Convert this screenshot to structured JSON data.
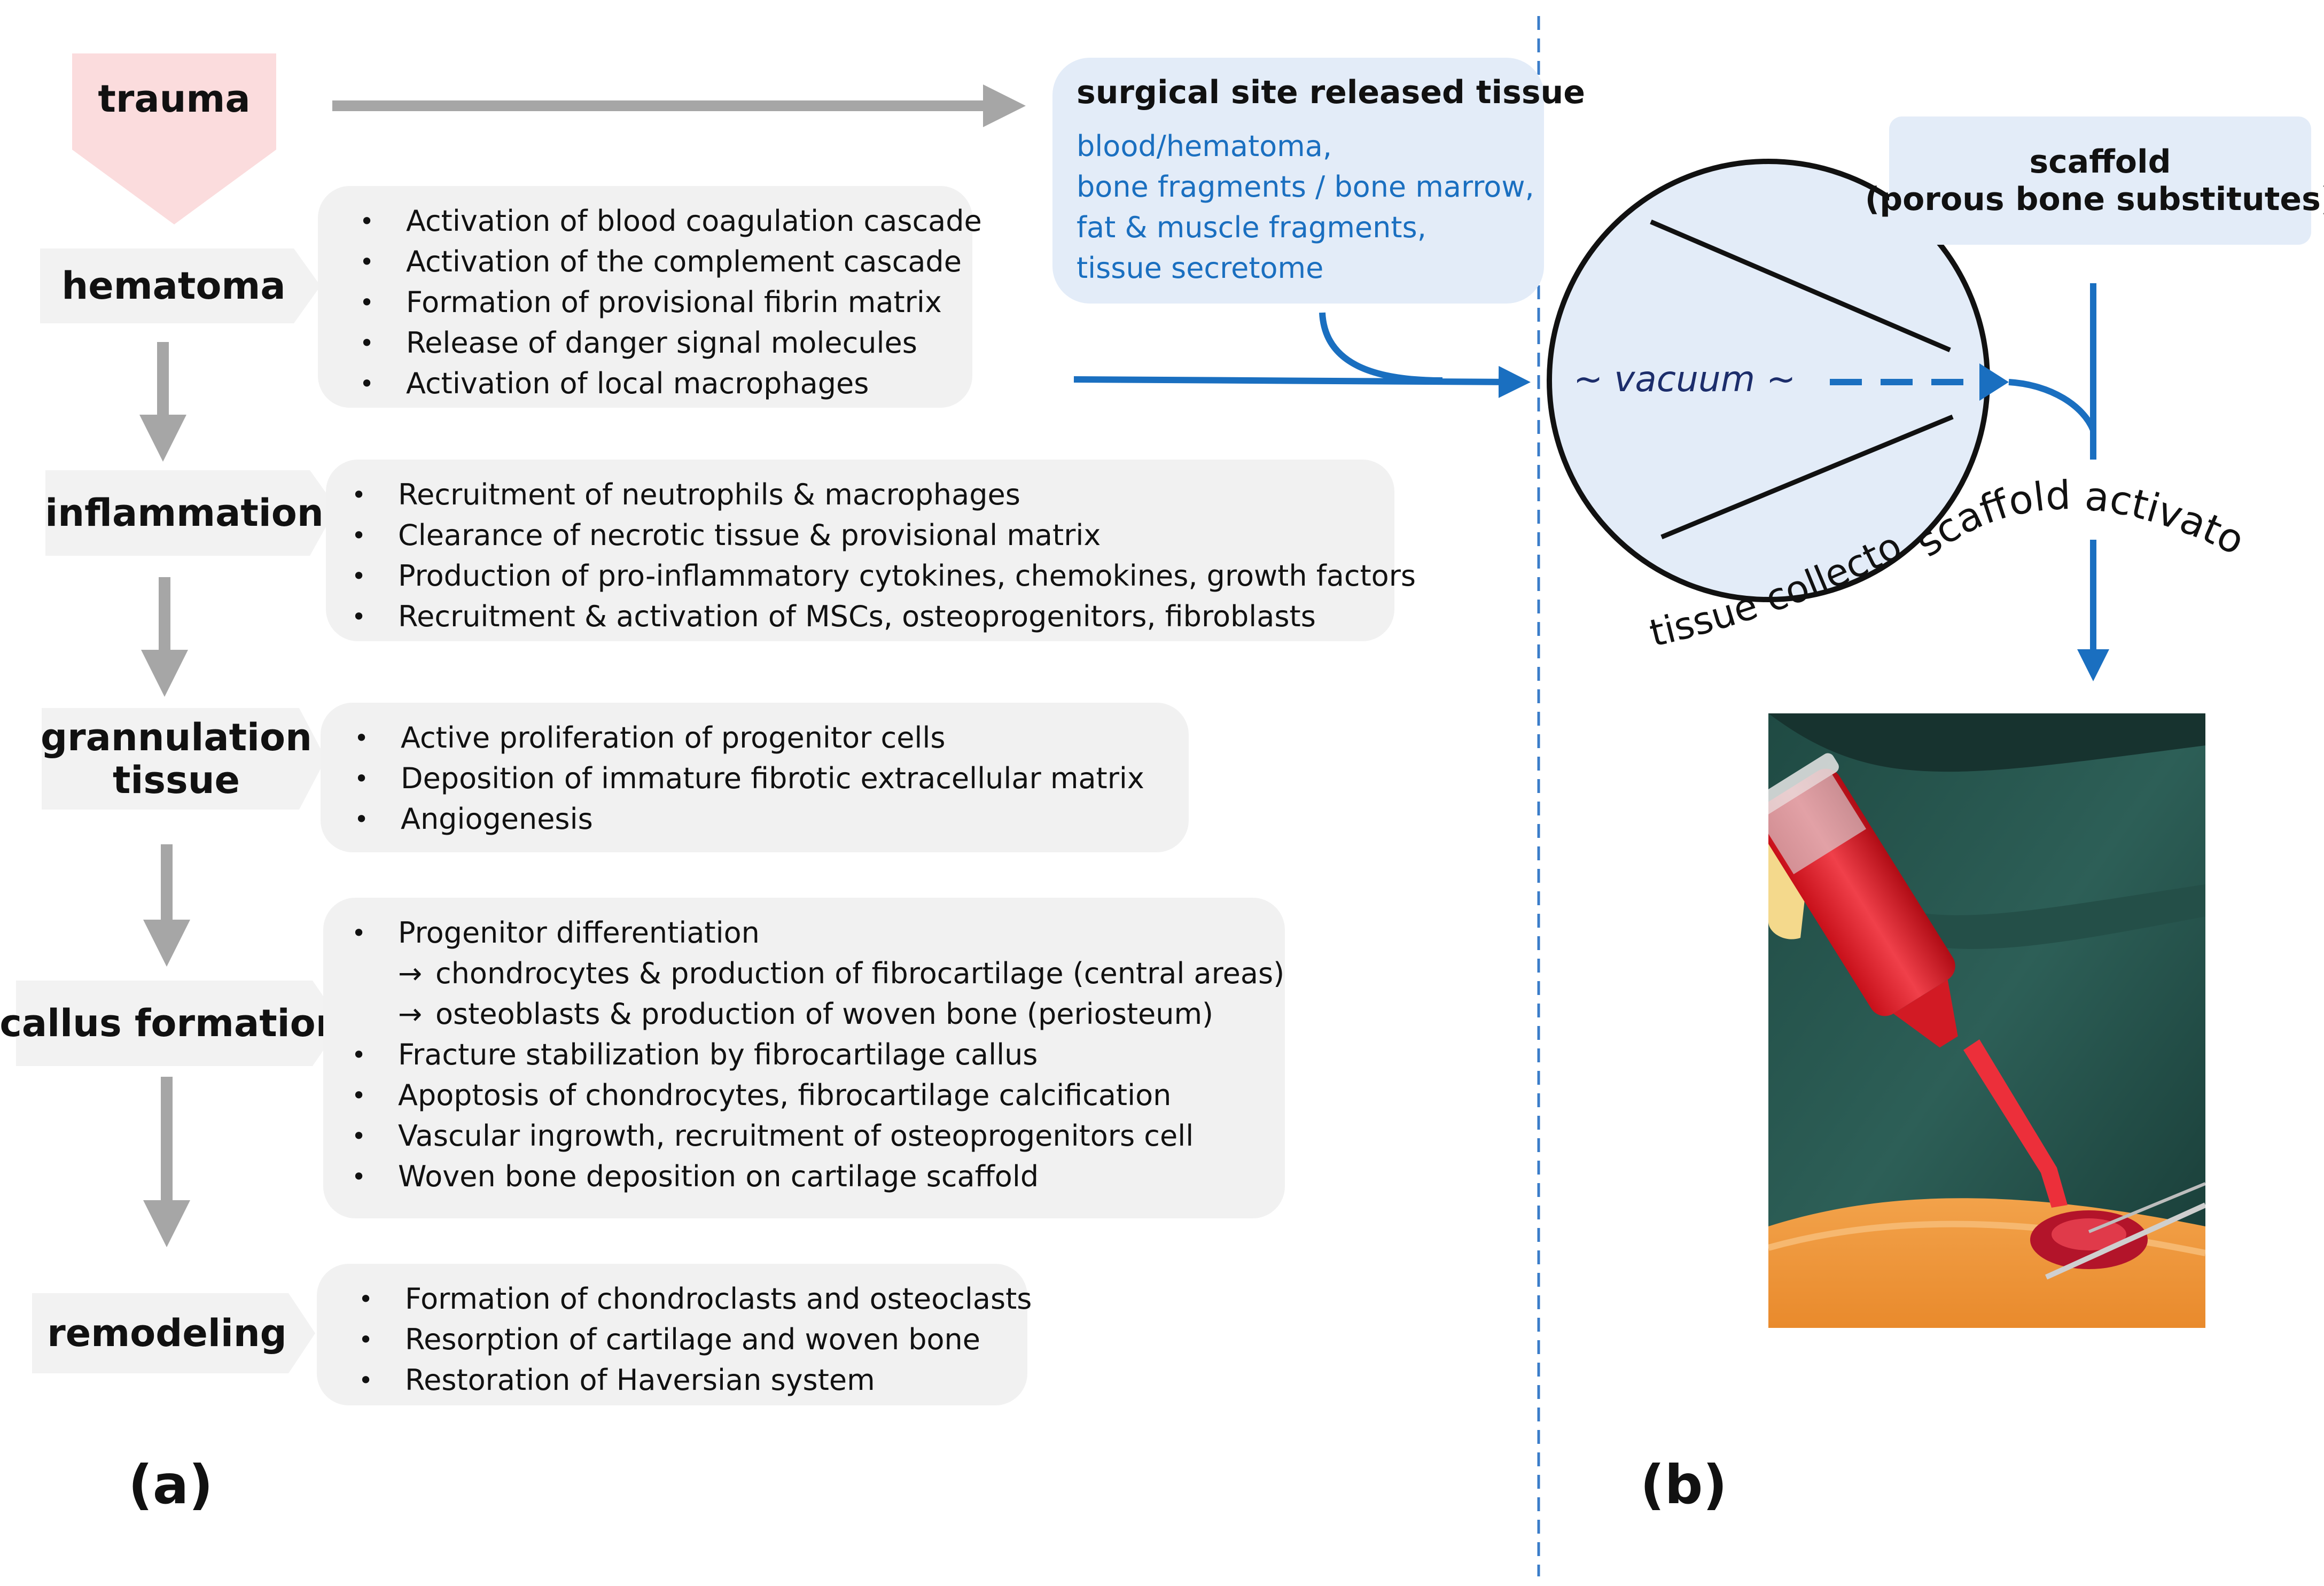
{
  "panel_a": {
    "label": "(a)",
    "stages": [
      {
        "name": "trauma"
      },
      {
        "name": "hematoma",
        "points": [
          "Activation of blood coagulation cascade",
          "Activation of the complement cascade",
          "Formation of provisional fibrin matrix",
          "Release of danger signal molecules",
          "Activation of local macrophages"
        ]
      },
      {
        "name": "inflammation",
        "points": [
          "Recruitment of neutrophils & macrophages",
          "Clearance of necrotic tissue & provisional matrix",
          "Production of pro-inflammatory cytokines, chemokines, growth factors",
          "Recruitment & activation of MSCs, osteoprogenitors, fibroblasts"
        ]
      },
      {
        "name_line1": "grannulation",
        "name_line2": "tissue",
        "points": [
          "Active proliferation of progenitor cells",
          "Deposition of immature fibrotic extracellular matrix",
          "Angiogenesis"
        ]
      },
      {
        "name": "callus formation",
        "points": [
          "Progenitor differentiation",
          "chondrocytes & production of fibrocartilage (central areas)",
          "osteoblasts & production of woven bone (periosteum)",
          "Fracture stabilization by fibrocartilage callus",
          "Apoptosis of chondrocytes, fibrocartilage calcification",
          "Vascular ingrowth, recruitment of osteoprogenitors cell",
          "Woven bone deposition on cartilage scaffold"
        ],
        "sub_arrow": "→"
      },
      {
        "name": "remodeling",
        "points": [
          "Formation of chondroclasts and osteoclasts",
          "Resorption of cartilage and woven bone",
          "Restoration of Haversian system"
        ]
      }
    ]
  },
  "panel_b": {
    "label": "(b)",
    "released": {
      "title": "surgical site released tissue",
      "items": [
        "blood/hematoma,",
        "bone fragments / bone marrow,",
        "fat & muscle fragments,",
        "tissue secretome"
      ]
    },
    "scaffold": {
      "line1": "scaffold",
      "line2": "(porous bone substitutes)"
    },
    "vacuum": "~ vacuum ~",
    "tissue_collector": "tissue collector",
    "scaffold_activator": "scaffold activator"
  },
  "colors": {
    "trauma_fill": "#fbdcdd",
    "arrow_gray": "#a6a6a6",
    "blue": "#1a6fc0",
    "box_gray": "#f1f1f1",
    "box_blue": "#e3ecf8"
  }
}
